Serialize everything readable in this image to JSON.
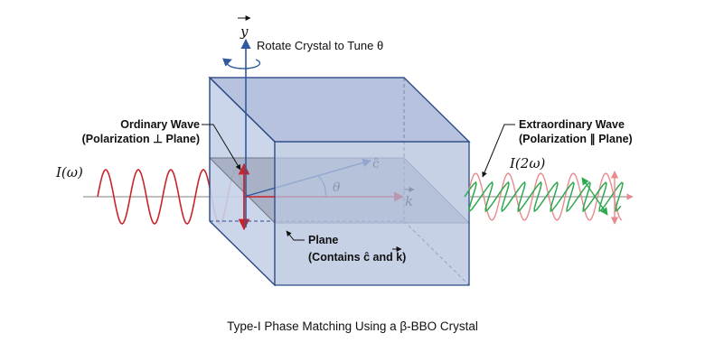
{
  "labels": {
    "y_axis": "y",
    "rotate": "Rotate Crystal to Tune θ",
    "ordinary_line1": "Ordinary Wave",
    "ordinary_line2": "(Polarization ⊥ Plane)",
    "extraordinary_line1": "Extraordinary Wave",
    "extraordinary_line2": "(Polarization ∥ Plane)",
    "input_intensity": "I(ω)",
    "output_intensity": "I(2ω)",
    "c_axis": "ĉ",
    "theta": "θ",
    "k_vector": "k",
    "plane_line1": "Plane",
    "plane_line2": "(Contains ĉ and k)",
    "caption": "Type-I Phase Matching Using a β-BBO Crystal"
  },
  "colors": {
    "crystal_fill": "#b3c2de",
    "crystal_edge": "#2c4a86",
    "plane_fill": "#8a93a6",
    "beam_red": "#c8242b",
    "wave_pink": "#e88a8e",
    "wave_green": "#2fa84f",
    "axis_blue": "#2f5a9e"
  }
}
